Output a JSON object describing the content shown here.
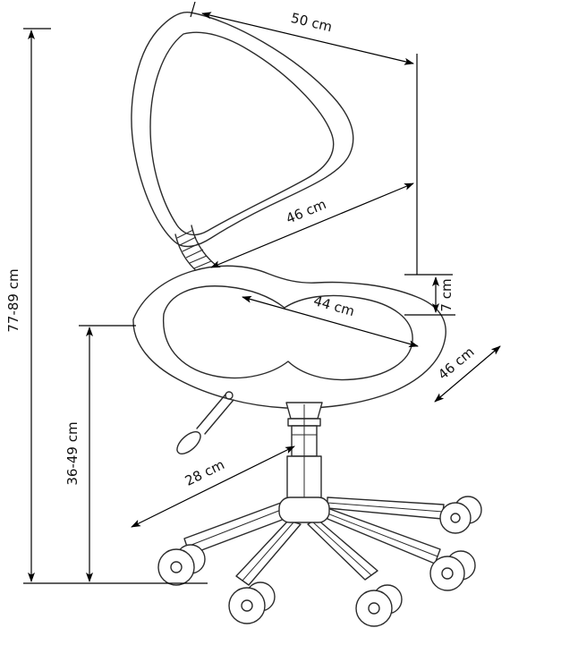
{
  "diagram": {
    "unit": "cm",
    "colors": {
      "line": "#2b2b2b",
      "dimension": "#000000",
      "text": "#111111",
      "background": "#ffffff"
    },
    "dimensions": {
      "backrest_width": {
        "label": "50 cm",
        "value": "50"
      },
      "overall_height": {
        "label": "77-89 cm",
        "value": "77-89"
      },
      "backrest_height": {
        "label": "46 cm",
        "value": "46"
      },
      "seat_width": {
        "label": "44 cm",
        "value": "44"
      },
      "seat_thickness": {
        "label": "7 cm",
        "value": "7"
      },
      "seat_depth": {
        "label": "46 cm",
        "value": "46"
      },
      "seat_height": {
        "label": "36-49 cm",
        "value": "36-49"
      },
      "base_leg_length": {
        "label": "28 cm",
        "value": "28"
      }
    }
  }
}
